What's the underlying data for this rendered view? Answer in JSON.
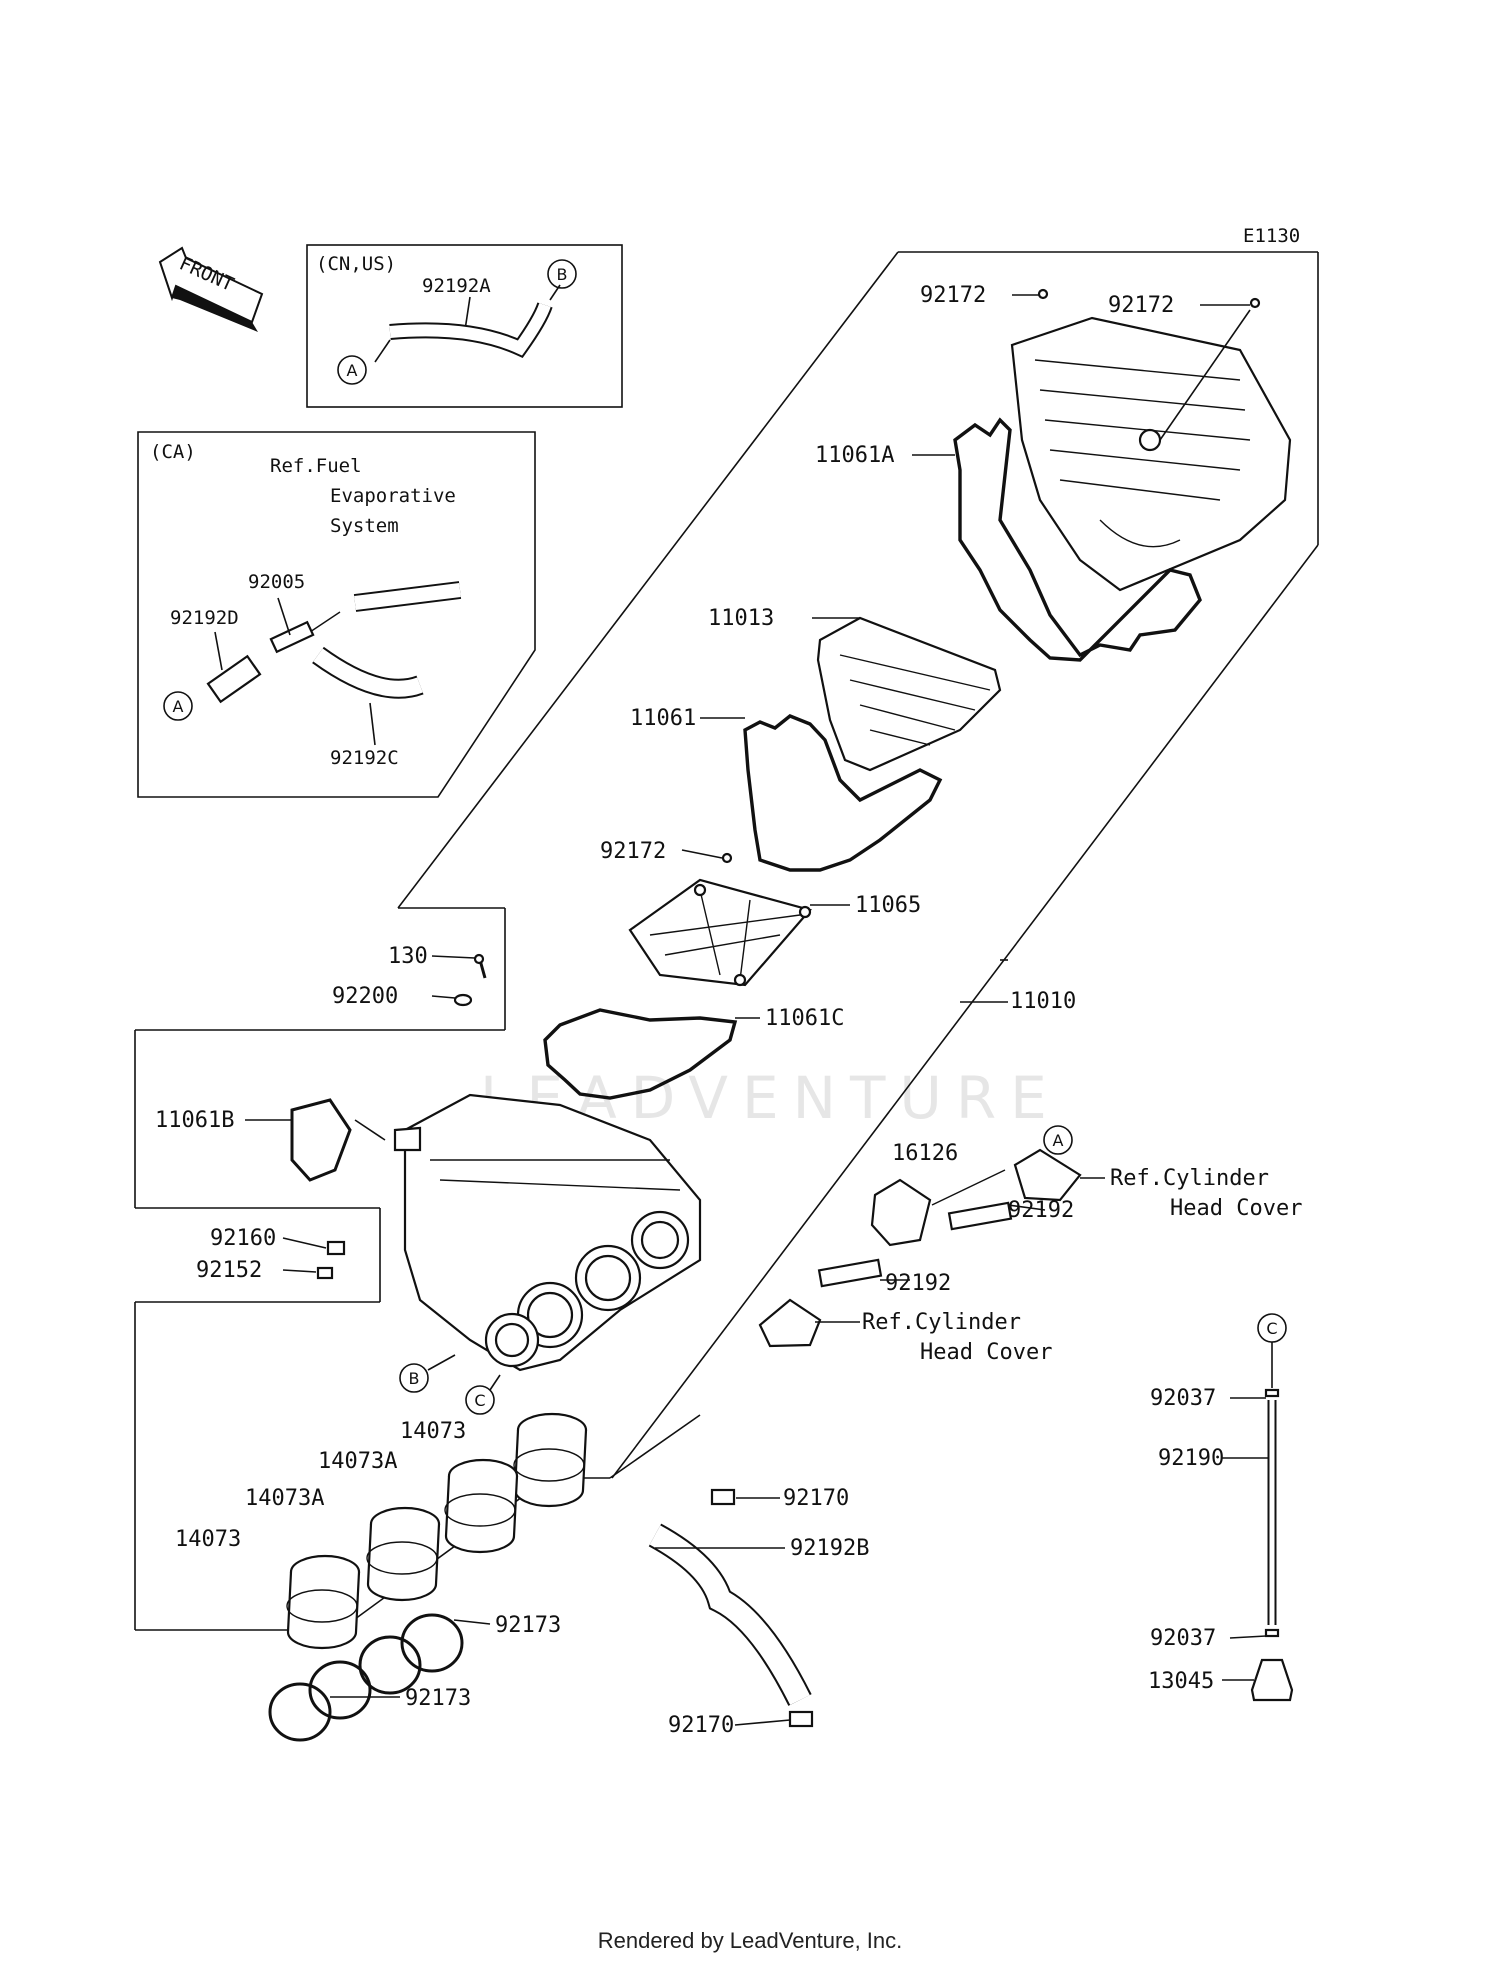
{
  "diagram_id": "E1130",
  "front_arrow_label": "FRONT",
  "boxes": {
    "cn_us": {
      "title": "(CN,US)",
      "part_label": "92192A"
    },
    "ca": {
      "title": "(CA)",
      "ref_lines": [
        "Ref.Fuel",
        "Evaporative",
        "System"
      ],
      "labels": [
        "92005",
        "92192D",
        "92192C"
      ]
    }
  },
  "circle_markers": [
    "A",
    "B",
    "C"
  ],
  "part_labels": {
    "p92172_top_left": "92172",
    "p92172_top_right": "92172",
    "p11061A": "11061A",
    "p11013": "11013",
    "p11061": "11061",
    "p92172_mid": "92172",
    "p11065": "11065",
    "p130": "130",
    "p92200": "92200",
    "p11061C": "11061C",
    "p11010": "11010",
    "p11061B": "11061B",
    "p92160": "92160",
    "p92152": "92152",
    "p16126": "16126",
    "p92192_a": "92192",
    "p92192_b": "92192",
    "p14073_a": "14073",
    "p14073A_a": "14073A",
    "p14073A_b": "14073A",
    "p14073_b": "14073",
    "p92170_a": "92170",
    "p92192B": "92192B",
    "p92173_a": "92173",
    "p92173_b": "92173",
    "p92170_b": "92170",
    "p92037_a": "92037",
    "p92190": "92190",
    "p92037_b": "92037",
    "p13045": "13045"
  },
  "refs": {
    "cyl_head_1": [
      "Ref.Cylinder",
      "Head Cover"
    ],
    "cyl_head_2": [
      "Ref.Cylinder",
      "Head Cover"
    ]
  },
  "watermark": "LEADVENTURE",
  "footer": "Rendered by LeadVenture, Inc."
}
